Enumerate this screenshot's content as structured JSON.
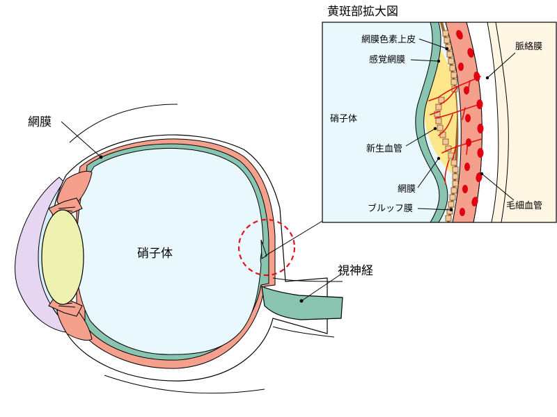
{
  "inset_title": "黄斑部拡大図",
  "eye_labels": {
    "retina": "網膜",
    "vitreous": "硝子体",
    "optic_nerve": "視神経"
  },
  "inset_labels": {
    "rpe": "網膜色素上皮",
    "photoreceptor": "感覚網膜",
    "choroid": "脈絡膜",
    "vitreous": "硝子体",
    "neovessel": "新生血管",
    "retina": "網膜",
    "bruch": "ブルッフ膜",
    "capillary": "毛細血管"
  },
  "colors": {
    "vitreous": "#e8f8fc",
    "retina": "#88c4b0",
    "choroid": "#f4a08c",
    "sclera": "#ffffff",
    "outline": "#000000",
    "lens": "#eef2b0",
    "iris": "#f4a08c",
    "cornea": "#d8eef8",
    "conjunctiva": "#e6d6f2",
    "optic_nerve": "#88c4b0",
    "macula_fluid": "#fde78a",
    "bruch": "#a0622e",
    "rpe_cells": "#f4c89c",
    "vessel": "#dd1111",
    "capillary_fill": "#e00010",
    "outer_bg": "#fff6e4",
    "highlight_circle": "#e01020"
  }
}
